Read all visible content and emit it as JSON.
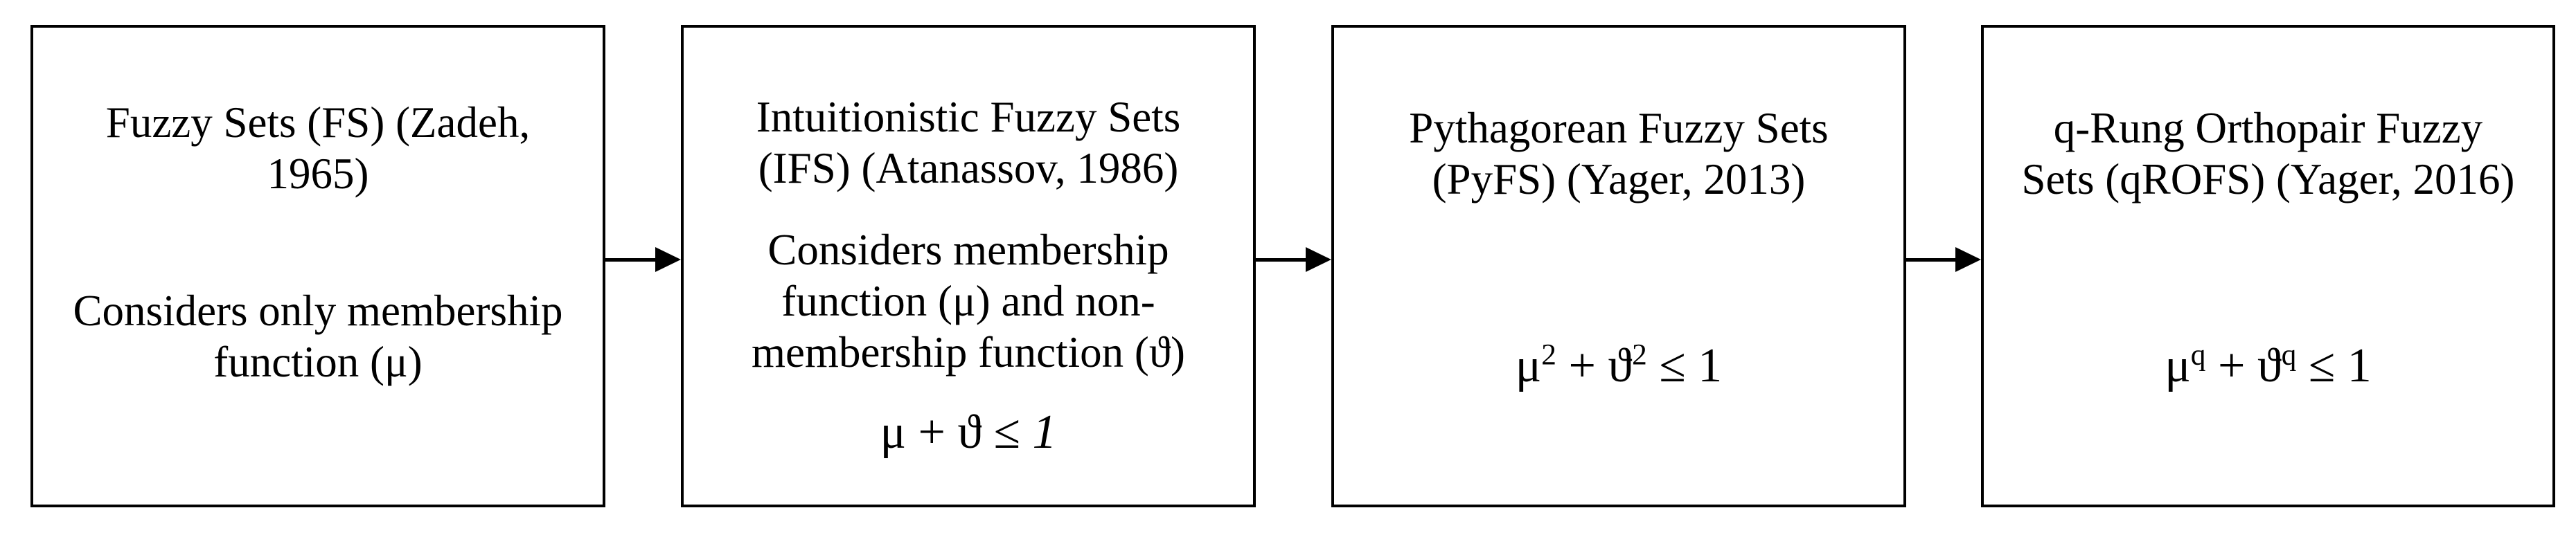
{
  "diagram": {
    "description": "Evolution of fuzzy set extensions flowchart",
    "colors": {
      "background": "#ffffff",
      "border": "#000000",
      "text": "#000000"
    },
    "boxes": [
      {
        "id": "fs",
        "title_lines": [
          "Fuzzy Sets (FS) (Zadeh,",
          "1965)"
        ],
        "title_text": "Fuzzy Sets (FS) (Zadeh, 1965)",
        "body_lines": [
          "Considers only membership",
          "function (μ)"
        ],
        "body_text": "Considers only membership function (μ)"
      },
      {
        "id": "ifs",
        "title_lines": [
          "Intuitionistic Fuzzy Sets",
          "(IFS) (Atanassov, 1986)"
        ],
        "title_text": "Intuitionistic Fuzzy Sets (IFS) (Atanassov, 1986)",
        "body_lines": [
          "Considers membership",
          "function (μ) and non-",
          "membership function (ϑ)"
        ],
        "body_text": "Considers membership function (μ) and non-membership function (ϑ)",
        "formula_text": "μ + ϑ ≤ 1",
        "formula": [
          {
            "t": "μ + ϑ ≤ "
          },
          {
            "t": "1",
            "i": true
          }
        ]
      },
      {
        "id": "pyfs",
        "title_lines": [
          "Pythagorean Fuzzy Sets",
          "(PyFS) (Yager, 2013)"
        ],
        "title_text": "Pythagorean Fuzzy Sets (PyFS) (Yager, 2013)",
        "formula_text": "μ² + ϑ² ≤ 1",
        "formula": [
          {
            "t": "μ"
          },
          {
            "t": "2",
            "sup": true
          },
          {
            "t": " + "
          },
          {
            "t": "ϑ"
          },
          {
            "t": "2",
            "sup": true
          },
          {
            "t": " ≤ 1"
          }
        ]
      },
      {
        "id": "qrofs",
        "title_lines": [
          "q-Rung Orthopair Fuzzy",
          "Sets (qROFS) (Yager, 2016)"
        ],
        "title_text": "q-Rung Orthopair Fuzzy Sets (qROFS) (Yager, 2016)",
        "formula_text": "μq + ϑq ≤ 1 (q superscript)",
        "formula": [
          {
            "t": "μ"
          },
          {
            "t": "q",
            "sup": true
          },
          {
            "t": " + "
          },
          {
            "t": "ϑ"
          },
          {
            "t": "q",
            "sup": true
          },
          {
            "t": " ≤ 1"
          }
        ]
      }
    ],
    "arrows": [
      {
        "from": "fs",
        "to": "ifs"
      },
      {
        "from": "ifs",
        "to": "pyfs"
      },
      {
        "from": "pyfs",
        "to": "qrofs"
      }
    ]
  }
}
